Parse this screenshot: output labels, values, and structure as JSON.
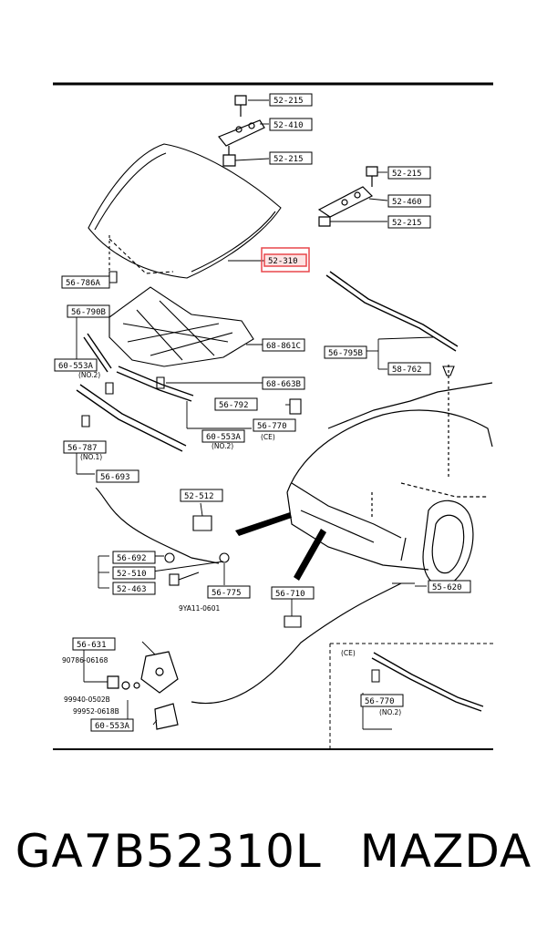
{
  "part_labels": [
    "52-215",
    "52-410",
    "52-215",
    "52-215",
    "52-460",
    "52-215",
    "52-310",
    "56-786A",
    "56-790B",
    "68-861C",
    "60-553A",
    "68-663B",
    "56-795B",
    "58-762",
    "56-792",
    "56-770",
    "60-553A",
    "56-787",
    "56-693",
    "52-512",
    "56-692",
    "52-510",
    "52-463",
    "56-775",
    "56-710",
    "55-620",
    "56-631",
    "60-553A",
    "56-770"
  ],
  "small_labels": [
    "(NO.2)",
    "(CE)",
    "(NO.2)",
    "(NO.1)",
    "(NO.2)"
  ],
  "part_numbers": [
    "9YA11-0601",
    "90786-06168",
    "99940-0502B",
    "99952-0618B"
  ],
  "inset_label": "(CE)",
  "highlight": {
    "label": "52-310",
    "color": "#e8474b"
  },
  "footer": {
    "part_number": "GA7B52310L",
    "brand": "MAZDA"
  }
}
